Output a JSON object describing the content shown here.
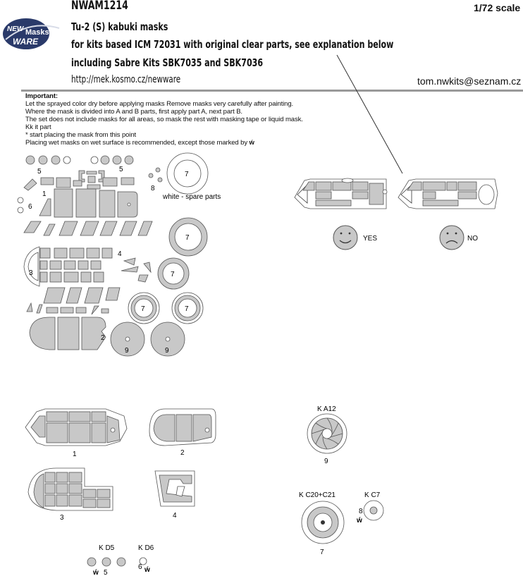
{
  "header": {
    "code": "NWAM1214",
    "scale": "1/72 scale",
    "line1": "Tu-2 (S) kabuki masks",
    "line2": "for kits based ICM 72031 with original clear parts, see explanation below",
    "line3": "including Sabre Kits SBK7035 and SBK7036",
    "url": "http://mek.kosmo.cz/newware",
    "email": "tom.nwkits@seznam.cz"
  },
  "logo": {
    "top": "NEW",
    "mid": "Masks",
    "bottom": "WARE"
  },
  "notes": {
    "heading": "Important:",
    "lines": [
      "Let the sprayed color dry before applying masks Remove masks very carefully after painting.",
      "Where the mask is divided into A and B parts, first apply part A, next part B.",
      "The set does not include masks for all areas, so mask the rest with masking tape or liquid mask.",
      "Kk it part",
      "* start placing the mask from this point",
      "Placing wet masks on wet surface is recommended, except those marked by"
    ]
  },
  "sheet_labels": {
    "n5a": "5",
    "n5b": "5",
    "n1": "1",
    "n6": "6",
    "n8": "8",
    "n4": "4",
    "n3": "3",
    "n2": "2",
    "spare": "white - spare parts",
    "c7a": "7",
    "c7b": "7",
    "c7c": "7",
    "c7d": "7",
    "c7e": "7",
    "c9a": "9",
    "c9b": "9"
  },
  "comparison": {
    "yes": "YES",
    "no": "NO"
  },
  "diagrams": {
    "p1": "1",
    "p2": "2",
    "p3": "3",
    "p4": "4",
    "ka12": "K A12",
    "ka12_num": "9",
    "kc20": "K C20+C21",
    "kc20_num": "7",
    "kc7": "K C7",
    "kc7_num": "8",
    "kd5": "K D5",
    "kd5_num": "5",
    "kd6": "K D6",
    "kd6_num": "6"
  }
}
